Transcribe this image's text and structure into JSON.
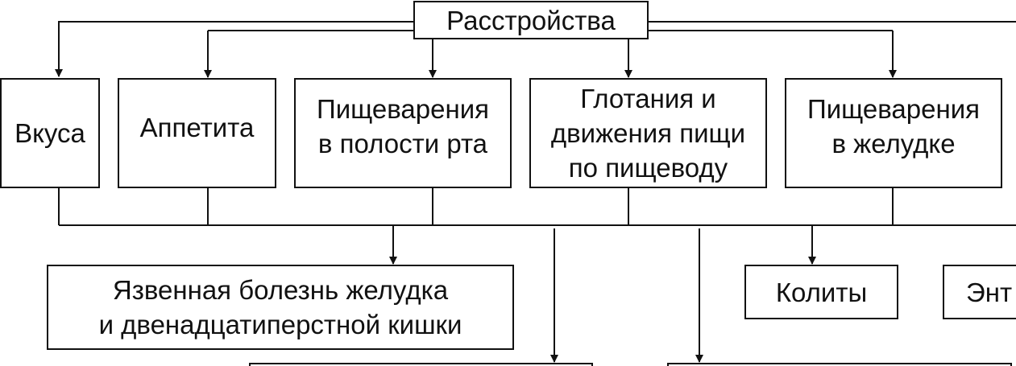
{
  "diagram": {
    "root": {
      "label": "Расстройства"
    },
    "disorders": [
      {
        "id": "taste",
        "lines": [
          "Вкуса"
        ]
      },
      {
        "id": "appetite",
        "lines": [
          "Аппетита"
        ]
      },
      {
        "id": "mouth",
        "lines": [
          "Пищеварения",
          "в полости рта"
        ]
      },
      {
        "id": "swallowing",
        "lines": [
          "Глотания и",
          "движения пищи",
          "по пищеводу"
        ]
      },
      {
        "id": "stomach",
        "lines": [
          "Пищеварения",
          "в желудке"
        ]
      }
    ],
    "diseases": [
      {
        "id": "ulcer",
        "lines": [
          "Язвенная болезнь желудка",
          "и двенадцатиперстной кишки"
        ]
      },
      {
        "id": "colitis",
        "lines": [
          "Колиты"
        ]
      },
      {
        "id": "enteritis",
        "lines": [
          "Энт"
        ]
      },
      {
        "id": "lower-left",
        "lines": []
      },
      {
        "id": "lower-right",
        "lines": []
      }
    ]
  },
  "colors": {
    "line": "#111111",
    "box_border": "#111111",
    "text": "#111111",
    "background": "#ffffff"
  }
}
